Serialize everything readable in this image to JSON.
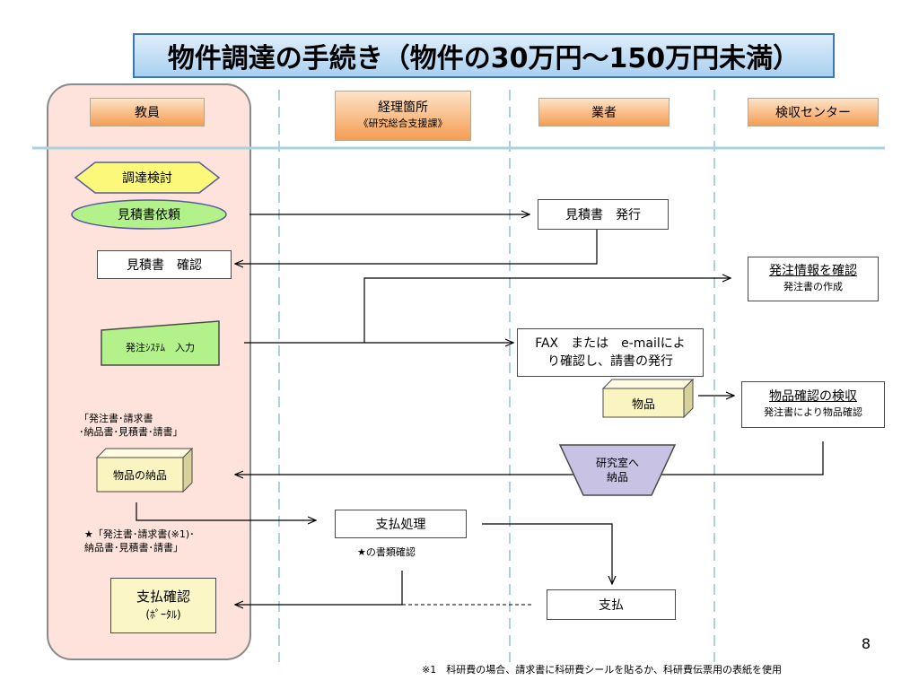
{
  "title": "物件調達の手続き（物件の30万円〜150万円未満）",
  "lanes": {
    "teacher": "教員",
    "accounting_line1": "経理箇所",
    "accounting_line2": "《研究総合支援課》",
    "vendor": "業者",
    "inspection": "検収センター"
  },
  "teacher": {
    "procurement_review": "調達検討",
    "request_quote": "見積書依頼",
    "confirm_quote": "見積書　確認",
    "order_system_input": "発注ｼｽﾃﾑ　入力",
    "documents_note_line1": "「発注書･請求書",
    "documents_note_line2": "･納品書･見積書･請書」",
    "delivery": "物品の納品",
    "submit_note_line1": "★「発注書･請求書(※1)･",
    "submit_note_line2": "納品書･見積書･請書」",
    "payment_confirm_line1": "支払確認",
    "payment_confirm_line2": "(ﾎﾟｰﾀﾙ)"
  },
  "accounting": {
    "payment_processing": "支払処理",
    "document_check": "★の書類確認"
  },
  "vendor": {
    "issue_quote": "見積書　発行",
    "fax_email_line1": "FAX　または　e-mailによ",
    "fax_email_line2": "り確認し、請書の発行",
    "goods": "物品",
    "to_lab_line1": "研究室へ",
    "to_lab_line2": "納品",
    "payment": "支払"
  },
  "inspection": {
    "confirm_order_title": "発注情報を確認",
    "confirm_order_sub": "発注書の作成",
    "inspect_title": "物品確認の検収",
    "inspect_sub": "発注書により物品確認"
  },
  "page_number": "8",
  "footnote": "※1　科研費の場合、請求書に科研費シールを貼るか、科研費伝票用の表紙を使用"
}
